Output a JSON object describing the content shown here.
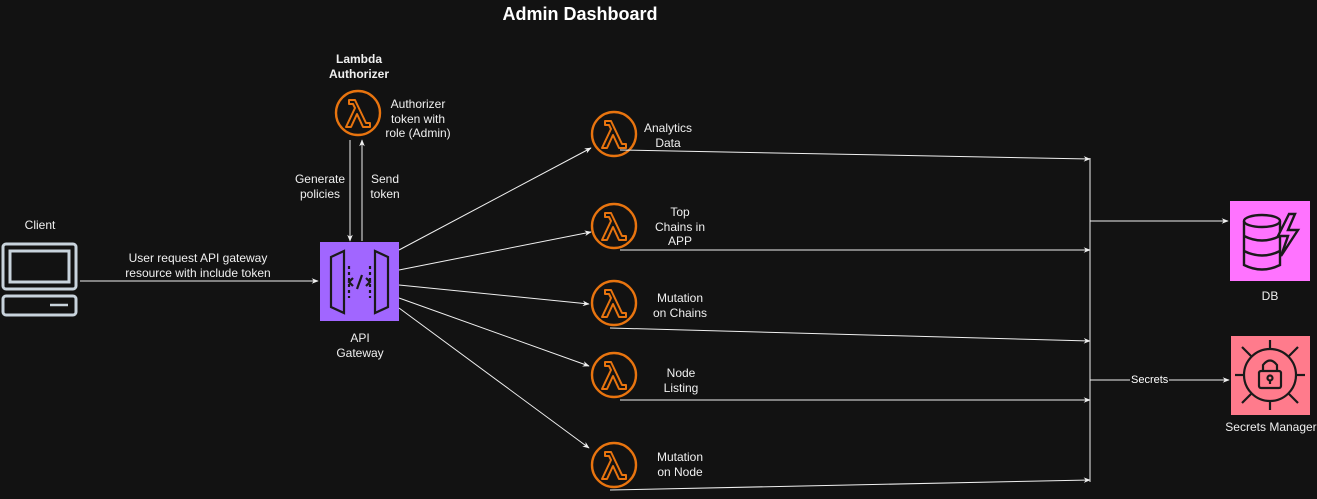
{
  "title": "Admin Dashboard",
  "client": {
    "label": "Client"
  },
  "request_label": [
    "User request API gateway",
    "resource with include token"
  ],
  "authorizer": {
    "title": [
      "Lambda",
      "Authorizer"
    ],
    "note": [
      "Authorizer",
      "token with",
      "role (Admin)"
    ]
  },
  "auth_edges": {
    "generate": [
      "Generate",
      "policies"
    ],
    "send": [
      "Send",
      "token"
    ]
  },
  "api_gateway": {
    "label": [
      "API",
      "Gateway"
    ]
  },
  "lambdas": [
    {
      "label": [
        "Analytics",
        "Data"
      ]
    },
    {
      "label": [
        "Top",
        "Chains in",
        "APP"
      ]
    },
    {
      "label": [
        "Mutation",
        "on Chains"
      ]
    },
    {
      "label": [
        "Node",
        "Listing"
      ]
    },
    {
      "label": [
        "Mutation",
        "on Node"
      ]
    }
  ],
  "db": {
    "label": "DB"
  },
  "secrets": {
    "label": "Secrets Manager",
    "edge_label": "Secrets"
  },
  "colors": {
    "background": "#121212",
    "lambda_orange": "#E8740F",
    "api_gateway": "#A166FF",
    "db": "#FF73FF",
    "secrets": "#FF7B8C",
    "client_stroke": "#C8D3DC",
    "line": "#f0f0f0"
  }
}
